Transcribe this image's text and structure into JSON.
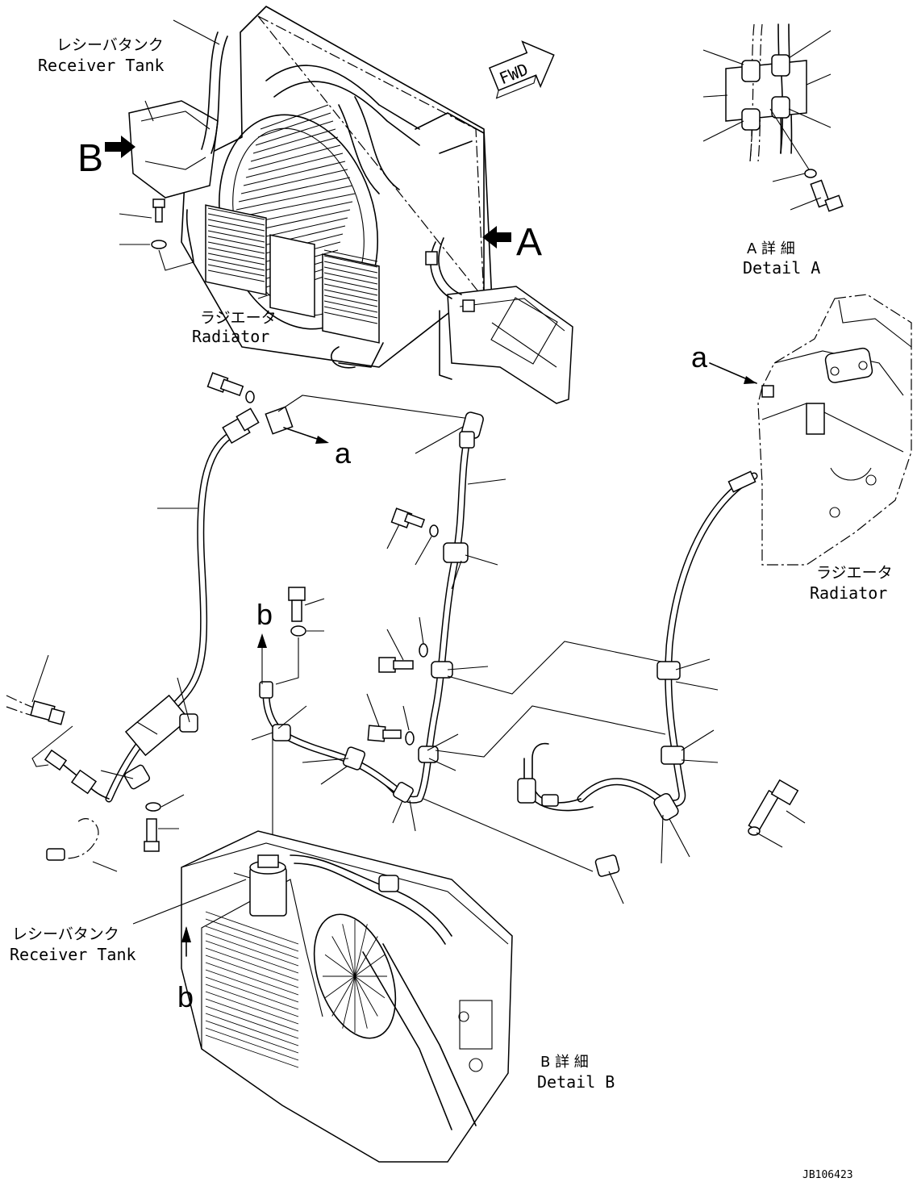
{
  "labels": {
    "receiver_tank_top_jp": "レシーバタンク",
    "receiver_tank_top_en": "Receiver Tank",
    "radiator_top_jp": "ラジエータ",
    "radiator_top_en": "Radiator",
    "fwd": "FWD",
    "detail_a_jp": "A 詳 細",
    "detail_a_en": "Detail A",
    "radiator_right_jp": "ラジエータ",
    "radiator_right_en": "Radiator",
    "receiver_tank_bottom_jp": "レシーバタンク",
    "receiver_tank_bottom_en": "Receiver Tank",
    "detail_b_jp": "B 詳 細",
    "detail_b_en": "Detail B",
    "drawing_number": "JB106423"
  },
  "callouts": {
    "view_a": "A",
    "view_b": "B",
    "ref_a_upper": "a",
    "ref_a_right": "a",
    "ref_b_middle": "b",
    "ref_b_lower": "b"
  }
}
